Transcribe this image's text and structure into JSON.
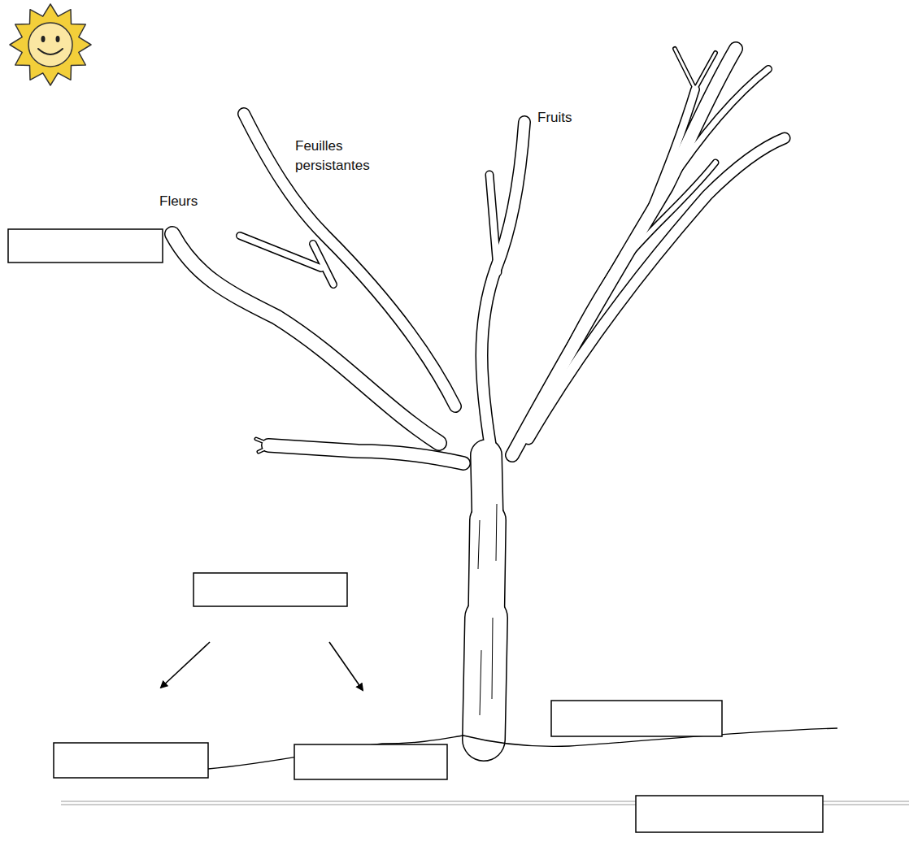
{
  "diagram": {
    "labels": [
      "Fleurs",
      "Feuilles persistantes",
      "Fruits"
    ]
  }
}
